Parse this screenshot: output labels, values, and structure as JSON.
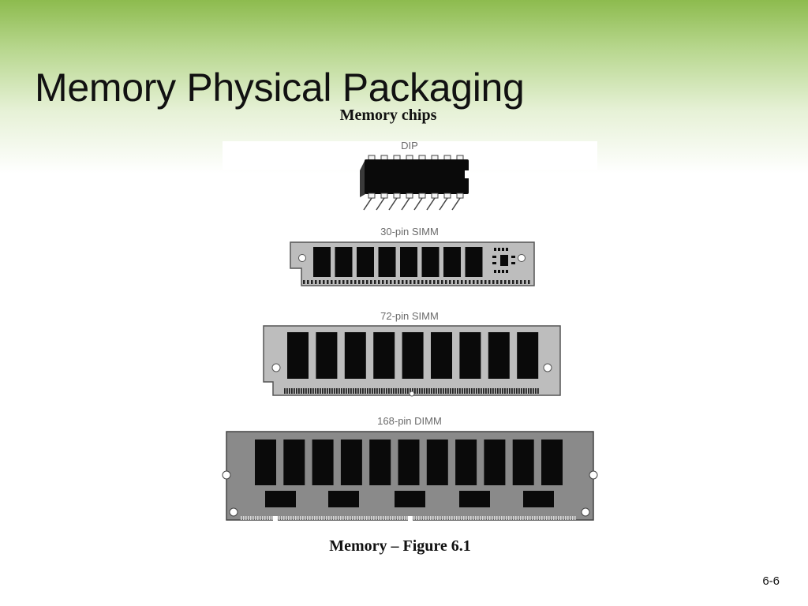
{
  "slide": {
    "title": "Memory Physical Packaging",
    "page_number": "6-6"
  },
  "figure": {
    "heading": "Memory chips",
    "caption": "Memory – Figure 6.1",
    "modules": [
      {
        "label": "DIP"
      },
      {
        "label": "30-pin SIMM"
      },
      {
        "label": "72-pin SIMM"
      },
      {
        "label": "168-pin DIMM"
      }
    ]
  },
  "colors": {
    "header_green": "#8dbb4e",
    "board_light": "#bdbdbd",
    "board_dark": "#8a8a8a",
    "chip": "#0a0a0a"
  }
}
